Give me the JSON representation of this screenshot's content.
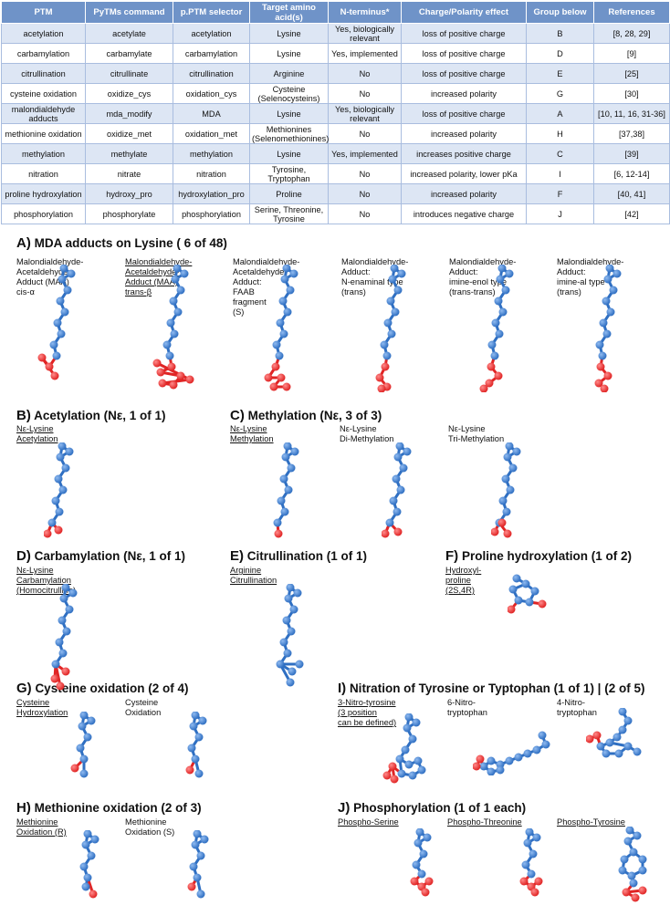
{
  "table": {
    "headers": [
      "PTM",
      "PyTMs command",
      "p.PTM selector",
      "Target amino acid(s)",
      "N-terminus*",
      "Charge/Polarity effect",
      "Group below",
      "References"
    ],
    "rows": [
      [
        "acetylation",
        "acetylate",
        "acetylation",
        "Lysine",
        "Yes, biologically relevant",
        "loss of positive charge",
        "B",
        "[8, 28, 29]"
      ],
      [
        "carbamylation",
        "carbamylate",
        "carbamylation",
        "Lysine",
        "Yes, implemented",
        "loss of positive charge",
        "D",
        "[9]"
      ],
      [
        "citrullination",
        "citrullinate",
        "citrullination",
        "Arginine",
        "No",
        "loss of positive charge",
        "E",
        "[25]"
      ],
      [
        "cysteine oxidation",
        "oxidize_cys",
        "oxidation_cys",
        "Cysteine (Selenocysteins)",
        "No",
        "increased polarity",
        "G",
        "[30]"
      ],
      [
        "malondialdehyde adducts",
        "mda_modify",
        "MDA",
        "Lysine",
        "Yes, biologically relevant",
        "loss of positive charge",
        "A",
        "[10, 11, 16, 31-36]"
      ],
      [
        "methionine oxidation",
        "oxidize_met",
        "oxidation_met",
        "Methionines (Selenomethionines)",
        "No",
        "increased polarity",
        "H",
        "[37,38]"
      ],
      [
        "methylation",
        "methylate",
        "methylation",
        "Lysine",
        "Yes, implemented",
        "increases positive charge",
        "C",
        "[39]"
      ],
      [
        "nitration",
        "nitrate",
        "nitration",
        "Tyrosine, Tryptophan",
        "No",
        "increased polarity, lower pKa",
        "I",
        "[6, 12-14]"
      ],
      [
        "proline hydroxylation",
        "hydroxy_pro",
        "hydroxylation_pro",
        "Proline",
        "No",
        "increased polarity",
        "F",
        "[40, 41]"
      ],
      [
        "phosphorylation",
        "phosphorylate",
        "phosphorylation",
        "Serine, Threonine, Tyrosine",
        "No",
        "introduces negative charge",
        "J",
        "[42]"
      ]
    ]
  },
  "panels": {
    "A": {
      "letter": "A)",
      "title": "MDA adducts on Lysine ( 6 of 48)",
      "labels": [
        "Malondialdehyde-\nAcetaldehyde-\nAdduct (MAA)\ncis-α",
        "Malondialdehyde-\nAcetaldehyde-\nAdduct (MAA)\ntrans-β",
        "Malondialdehyde-\nAcetaldehyde-\nAdduct:\nFAAB\nfragment\n(S)",
        "Malondialdehyde-\nAdduct:\nN-enaminal type\n(trans)",
        "Malondialdehyde-\nAdduct:\nimine-enol type\n(trans-trans)",
        "Malondialdehyde-\nAdduct:\nimine-al type\n(trans)"
      ]
    },
    "B": {
      "letter": "B)",
      "title": "Acetylation (Nε, 1 of 1)",
      "labels": [
        "Nε-Lysine\nAcetylation"
      ]
    },
    "C": {
      "letter": "C)",
      "title": "Methylation (Nε, 3 of 3)",
      "labels": [
        "Nε-Lysine\nMethylation",
        "Nε-Lysine\nDi-Methylation",
        "Nε-Lysine\nTri-Methylation"
      ]
    },
    "D": {
      "letter": "D)",
      "title": "Carbamylation (Nε, 1 of 1)",
      "labels": [
        "Nε-Lysine\nCarbamylation\n(Homocitrulline)"
      ]
    },
    "E": {
      "letter": "E)",
      "title": "Citrullination (1 of 1)",
      "labels": [
        "Arginine\nCitrullination"
      ]
    },
    "F": {
      "letter": "F)",
      "title": "Proline hydroxylation (1 of 2)",
      "labels": [
        "Hydroxyl-\nproline\n(2S,4R)"
      ]
    },
    "G": {
      "letter": "G)",
      "title": "Cysteine oxidation (2 of 4)",
      "labels": [
        "Cysteine\nHydroxylation",
        "Cysteine\nOxidation"
      ]
    },
    "I": {
      "letter": "I)",
      "title": "Nitration of Tyrosine or Typtophan (1 of 1) | (2 of 5)",
      "labels": [
        "3-Nitro-tyrosine\n(3 position\ncan be defined)",
        "6-Nitro-\ntryptophan",
        "4-Nitro-\ntryptophan"
      ]
    },
    "H": {
      "letter": "H)",
      "title": "Methionine oxidation (2 of 3)",
      "labels": [
        "Methionine\nOxidation (R)",
        "Methionine\nOxidation (S)"
      ]
    },
    "J": {
      "letter": "J)",
      "title": "Phosphorylation (1 of 1 each)",
      "labels": [
        "Phospho-Serine",
        "Phospho-Threonine",
        "Phospho-Tyrosine"
      ]
    }
  },
  "colors": {
    "header_bg": "#6f93c8",
    "row_alt": "#dde6f4",
    "atom_blue": "#2f6fc2",
    "atom_red": "#e02424"
  }
}
